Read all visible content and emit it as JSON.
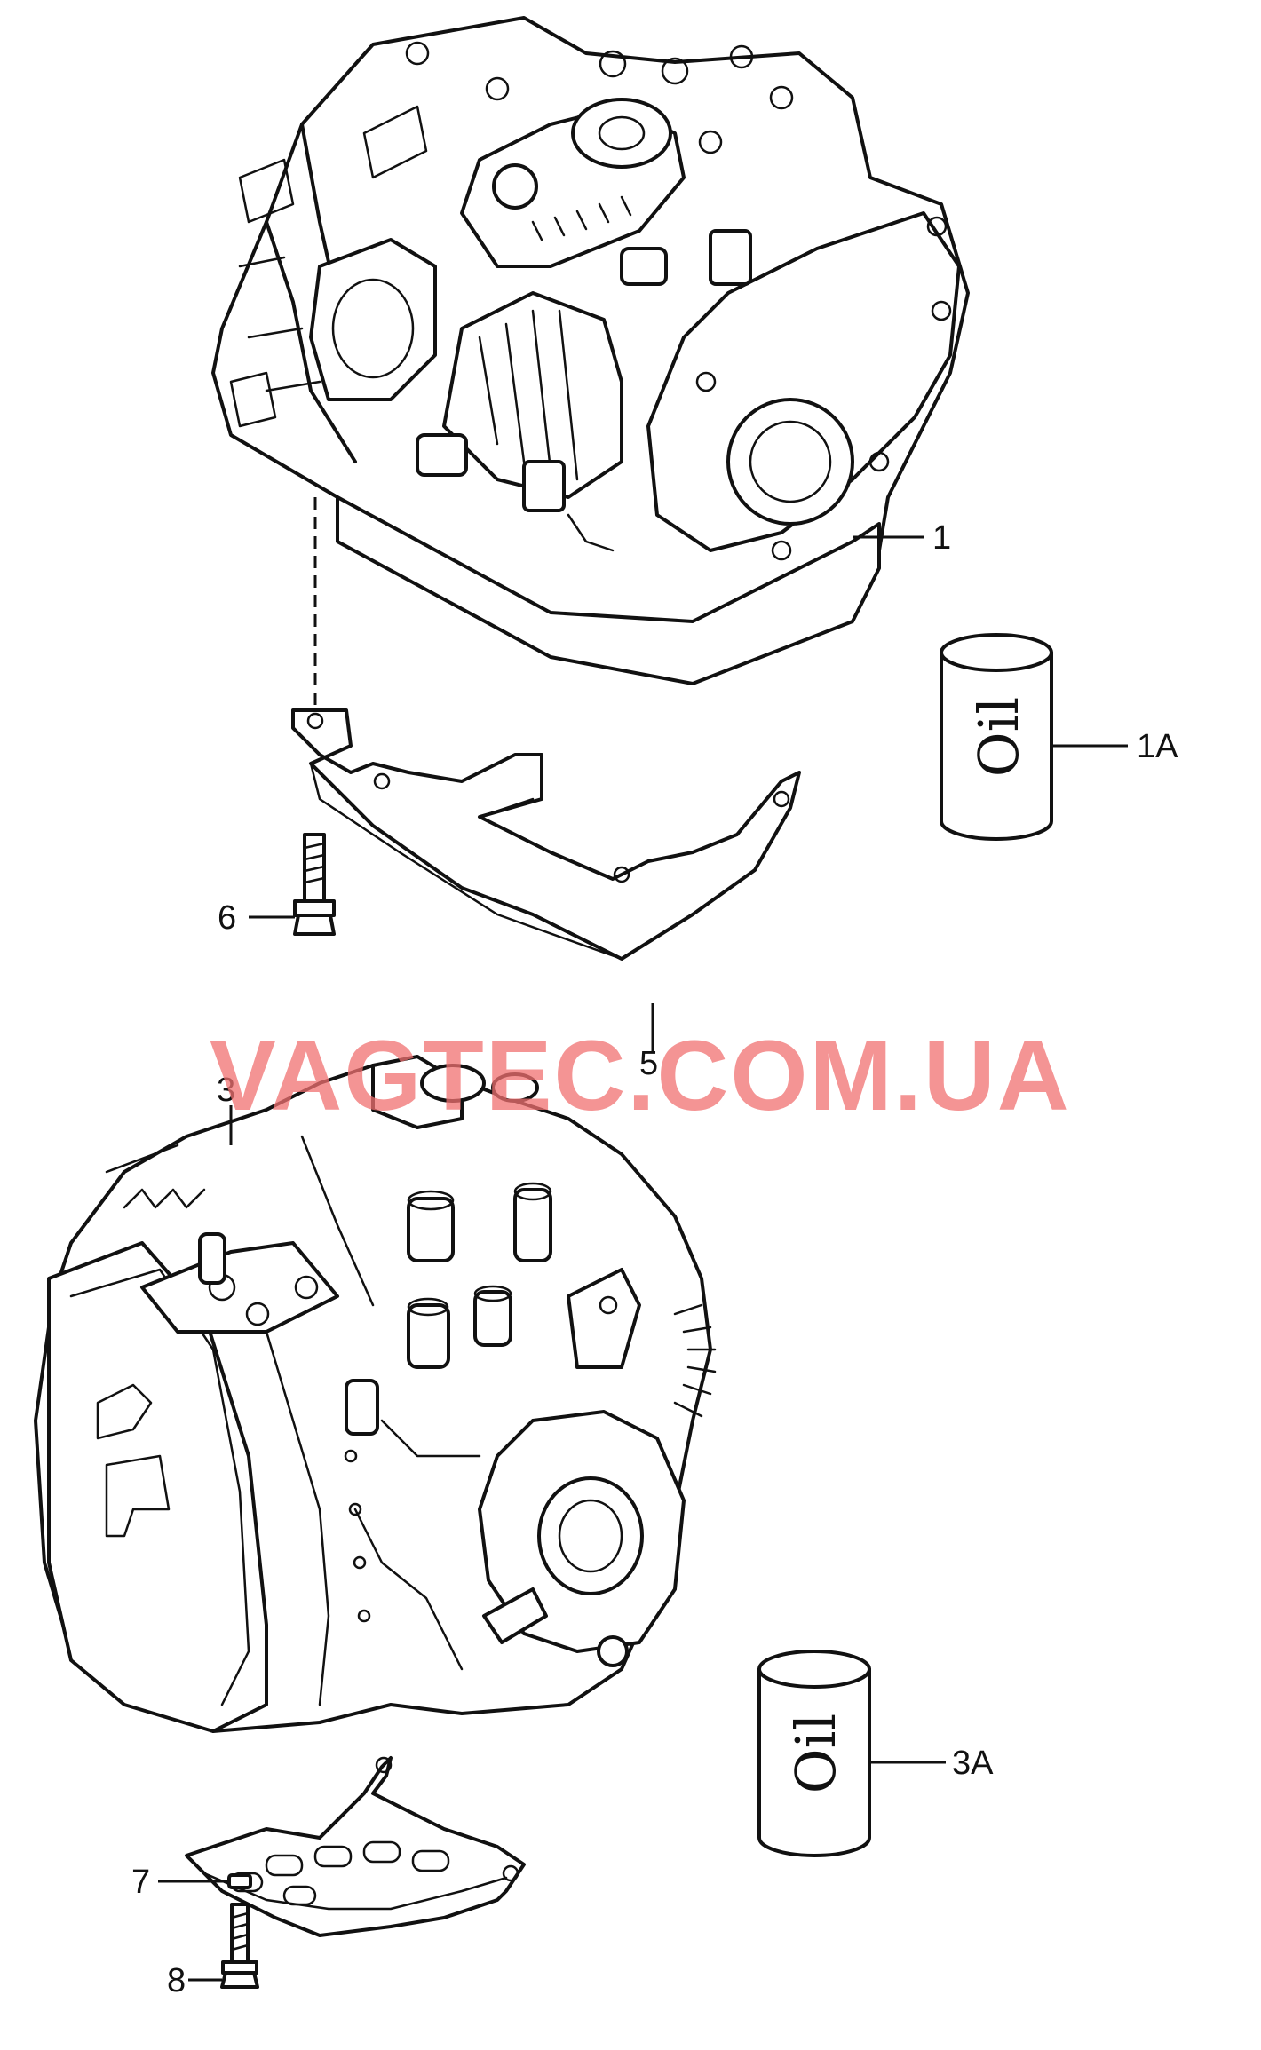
{
  "watermark": "VAGTEC.COM.UA",
  "callouts": {
    "c1": "1",
    "c1a": "1A",
    "c3": "3",
    "c3a": "3A",
    "c5": "5",
    "c6": "6",
    "c7": "7",
    "c8": "8"
  },
  "can_text": "Oil"
}
